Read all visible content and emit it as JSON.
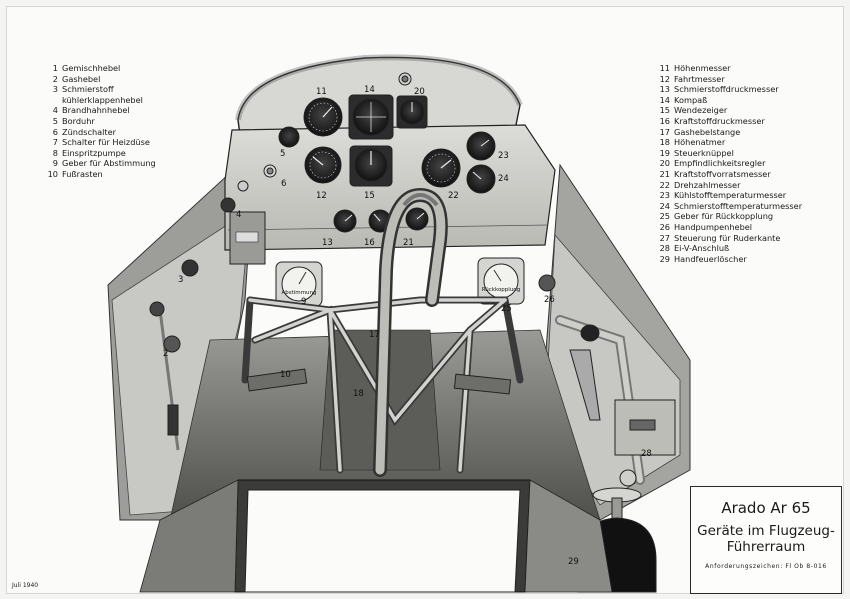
{
  "legend_left": [
    {
      "num": "1",
      "text": "Gemischhebel"
    },
    {
      "num": "2",
      "text": "Gashebel"
    },
    {
      "num": "3",
      "text": "Schmierstoff"
    },
    {
      "num": "",
      "text": "kühlerklappenhebel"
    },
    {
      "num": "4",
      "text": "Brandhahnhebel"
    },
    {
      "num": "5",
      "text": "Borduhr"
    },
    {
      "num": "6",
      "text": "Zündschalter"
    },
    {
      "num": "7",
      "text": "Schalter für Heizdüse"
    },
    {
      "num": "8",
      "text": "Einspritzpumpe"
    },
    {
      "num": "9",
      "text": "Geber für Abstimmung"
    },
    {
      "num": "10",
      "text": "Fußrasten"
    }
  ],
  "legend_right": [
    {
      "num": "11",
      "text": "Höhenmesser"
    },
    {
      "num": "12",
      "text": "Fahrtmesser"
    },
    {
      "num": "13",
      "text": "Schmierstoffdruckmesser"
    },
    {
      "num": "14",
      "text": "Kompaß"
    },
    {
      "num": "15",
      "text": "Wendezeiger"
    },
    {
      "num": "16",
      "text": "Kraftstoffdruckmesser"
    },
    {
      "num": "17",
      "text": "Gashebelstange"
    },
    {
      "num": "18",
      "text": "Höhenatmer"
    },
    {
      "num": "19",
      "text": "Steuerknüppel"
    },
    {
      "num": "20",
      "text": "Empfindlichkeitsregler"
    },
    {
      "num": "21",
      "text": "Kraftstoffvorratsmesser"
    },
    {
      "num": "22",
      "text": "Drehzahlmesser"
    },
    {
      "num": "23",
      "text": "Kühlstofftemperaturmesser"
    },
    {
      "num": "24",
      "text": "Schmierstofftemperaturmesser"
    },
    {
      "num": "25",
      "text": "Geber für Rückkopplung"
    },
    {
      "num": "26",
      "text": "Handpumpenhebel"
    },
    {
      "num": "27",
      "text": "Steuerung für Ruderkante"
    },
    {
      "num": "28",
      "text": "Ei-V-Anschluß"
    },
    {
      "num": "29",
      "text": "Handfeuerlöscher"
    }
  ],
  "title": {
    "main": "Arado Ar 65",
    "line1": "Geräte im Flugzeug-",
    "line2": "Führerraum",
    "code": "Anforderungszeichen: Fl Ob 8-016"
  },
  "date": "Juli 1940",
  "gauge_labels": {
    "abstimmung": "Abstimmung",
    "rueckkopplung": "Rückkopplung"
  },
  "callouts": {
    "c2": "2",
    "c3": "3",
    "c4": "4",
    "c5": "5",
    "c6": "6",
    "c9": "9",
    "c10": "10",
    "c11": "11",
    "c12": "12",
    "c13": "13",
    "c14": "14",
    "c15": "15",
    "c16": "16",
    "c17": "17",
    "c18": "18",
    "c20": "20",
    "c21": "21",
    "c22": "22",
    "c23": "23",
    "c24": "24",
    "c25": "25",
    "c26": "26",
    "c28": "28",
    "c29": "29"
  }
}
